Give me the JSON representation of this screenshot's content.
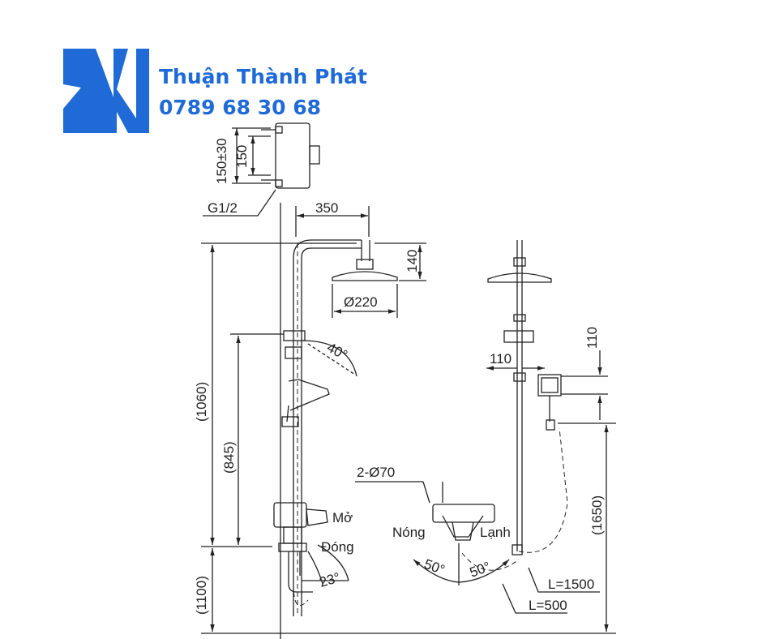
{
  "brand": {
    "name": "Thuận Thành Phát",
    "phone": "0789 68 30 68",
    "color": "#1f6ad6"
  },
  "icons": {
    "logo": "brand-logo-icon"
  },
  "dimensions": {
    "inlet_spacing_range": "150±30",
    "inlet_spacing": "150",
    "thread": "G1/2",
    "arm_length": "350",
    "head_height": "140",
    "head_diameter": "Ø220",
    "total_height": "(1060)",
    "slide_bar": "(845)",
    "mixer_height": "(1100)",
    "swivel_angle": "40°",
    "handle_angle": "23°",
    "rotation_left": "50°",
    "rotation_right": "50°",
    "escutcheon": "2-Ø70",
    "holder_width": "110",
    "holder_height": "110",
    "handshower_height": "(1650)",
    "hose_long": "L=1500",
    "hose_short": "L=500"
  },
  "labels": {
    "open": "Mở",
    "close": "Đóng",
    "hot": "Nóng",
    "cold": "Lạnh"
  }
}
